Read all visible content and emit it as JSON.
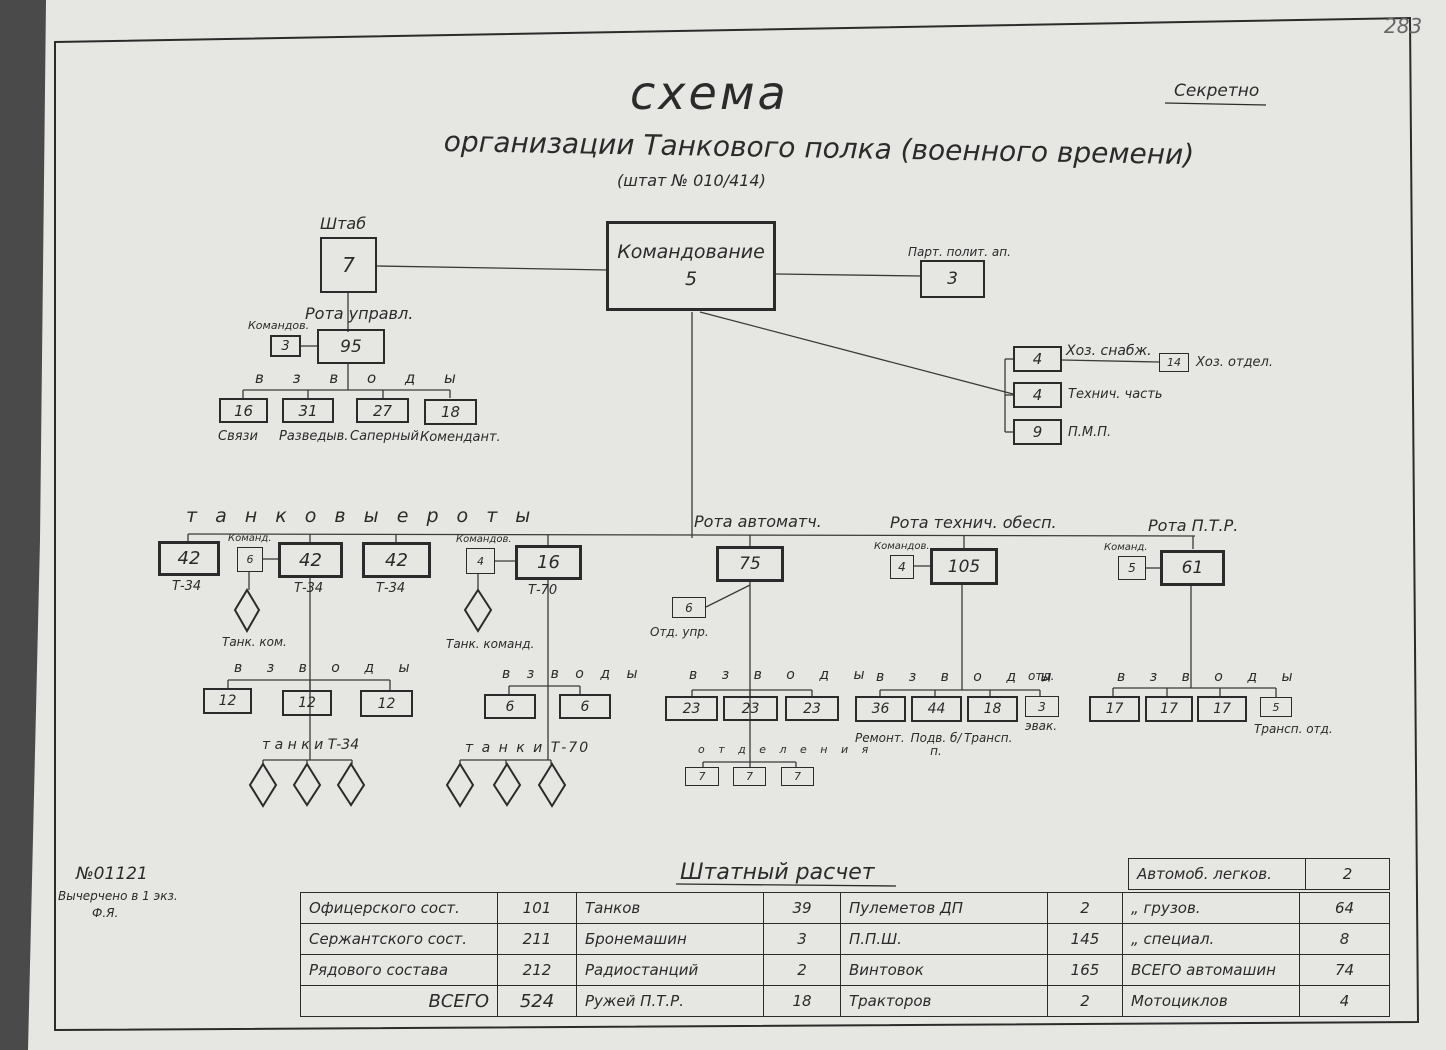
{
  "page_number": "283",
  "title": "схема",
  "subtitle": "организации Танкового полка (военного времени)",
  "state_label": "(штат № 010/414)",
  "secret": "Секретно",
  "command": {
    "label": "Командование",
    "value": "5"
  },
  "staff": {
    "label": "Штаб",
    "value": "7"
  },
  "party": {
    "label": "Парт. полит. ап.",
    "value": "3"
  },
  "hq_company": {
    "label": "Рота управл.",
    "cmd_label": "Командов.",
    "cmd_value": "3",
    "value": "95",
    "platoons_label": "в з в о д ы",
    "platoons": [
      {
        "value": "16",
        "label": "Связи"
      },
      {
        "value": "31",
        "label": "Разведыв."
      },
      {
        "value": "27",
        "label": "Саперный"
      },
      {
        "value": "18",
        "label": "Комендант."
      }
    ]
  },
  "services": [
    {
      "value": "4",
      "label": "Хоз. снабж."
    },
    {
      "value": "4",
      "label": "Технич. часть"
    },
    {
      "value": "9",
      "label": "П.М.П."
    }
  ],
  "supply_unit": {
    "value": "14",
    "label": "Хоз. отдел."
  },
  "tank_companies_label": "т а н к о в ы е   р о т ы",
  "tank_companies": [
    {
      "value": "42",
      "label": "Т-34"
    },
    {
      "value": "42",
      "label": "Т-34"
    },
    {
      "value": "42",
      "label": "Т-34"
    },
    {
      "value": "16",
      "label": "Т-70"
    }
  ],
  "tank_cmd": {
    "label": "Команд.",
    "value": "6",
    "tank_label": "Танк. ком."
  },
  "t70_cmd": {
    "label": "Командов.",
    "value": "4",
    "tank_label": "Танк. команд."
  },
  "t34_platoons": {
    "label": "в з в о д ы",
    "values": [
      "12",
      "12",
      "12"
    ],
    "tanks_label": "т а н к и  Т-34"
  },
  "t70_platoons": {
    "label": "в з в о д ы",
    "values": [
      "6",
      "6"
    ],
    "tanks_label": "т а н к и  Т-70"
  },
  "smg_company": {
    "label": "Рота автоматч.",
    "value": "75",
    "dept_value": "6",
    "dept_label": "Отд. упр.",
    "platoons_label": "в з в о д ы",
    "platoons": [
      "23",
      "23",
      "23"
    ],
    "squads_label": "о т д е л е н и я",
    "squads": [
      "7",
      "7",
      "7"
    ]
  },
  "tech_company": {
    "label": "Рота технич. обесп.",
    "cmd_label": "Командов.",
    "cmd_value": "4",
    "value": "105",
    "platoons_label": "в з в о д ы",
    "dept_label": "отд.",
    "platoons": [
      "36",
      "44",
      "18",
      "3"
    ],
    "sub_labels": [
      "Ремонт.",
      "Подв. б/п.",
      "Трансп.",
      "эвак."
    ]
  },
  "at_company": {
    "label": "Рота П.Т.Р.",
    "cmd_label": "Команд.",
    "cmd_value": "5",
    "value": "61",
    "platoons_label": "в з в о д ы",
    "platoons": [
      "17",
      "17",
      "17"
    ],
    "trans_value": "5",
    "trans_label": "Трансп. отд."
  },
  "archive": {
    "number": "№01121",
    "note1": "Вычерчено в 1 экз.",
    "note2": "Ф.Я."
  },
  "table": {
    "title": "Штатный расчет",
    "rows": [
      [
        "Офицерского сост.",
        "101",
        "Танков",
        "39",
        "Пулеметов ДП",
        "2",
        "„    грузов.",
        "64"
      ],
      [
        "Сержантского сост.",
        "211",
        "Бронемашин",
        "3",
        "П.П.Ш.",
        "145",
        "„    специал.",
        "8"
      ],
      [
        "Рядового состава",
        "212",
        "Радиостанций",
        "2",
        "Винтовок",
        "165",
        "ВСЕГО автомашин",
        "74"
      ],
      [
        "ВСЕГО",
        "524",
        "Ружей П.Т.Р.",
        "18",
        "Тракторов",
        "2",
        "Мотоциклов",
        "4"
      ]
    ],
    "header_row": [
      "Автомоб. легков.",
      "2"
    ]
  }
}
